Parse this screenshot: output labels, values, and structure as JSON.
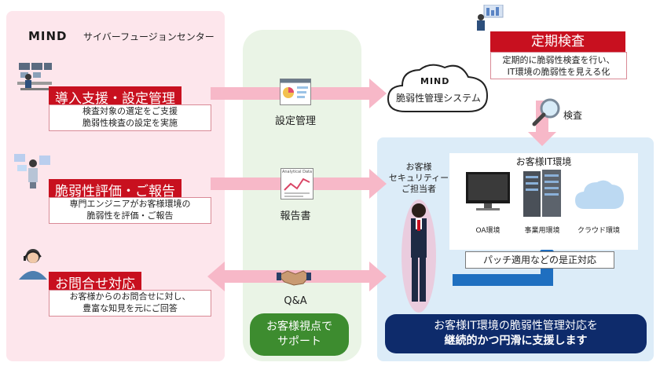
{
  "brand": {
    "logo": "MIND",
    "name": "サイバーフュージョンセンター"
  },
  "services": [
    {
      "title": "導入支援・設定管理",
      "desc": [
        "検査対象の選定をご支援",
        "脆弱性検査の設定を実施"
      ]
    },
    {
      "title": "脆弱性評価・ご報告",
      "desc": [
        "専門エンジニアがお客様環境の",
        "脆弱性を評価・ご報告"
      ]
    },
    {
      "title": "お問合せ対応",
      "desc": [
        "お客様からのお問合せに対し、",
        "豊富な知見を元にご回答"
      ]
    }
  ],
  "middle": {
    "labels": [
      "設定管理",
      "報告書",
      "Q&A"
    ],
    "report_caption": "Analytical Data",
    "pill": [
      "お客様視点で",
      "サポート"
    ]
  },
  "cloud": {
    "logo": "MIND",
    "label": "脆弱性管理システム"
  },
  "periodic": {
    "title": "定期検査",
    "desc": [
      "定期的に脆弱性検査を行い、",
      "IT環境の脆弱性を見える化"
    ]
  },
  "inspection": {
    "label": "検査"
  },
  "customer": {
    "label": [
      "お客様",
      "セキュリティー",
      "ご担当者"
    ]
  },
  "it_env": {
    "title": "お客様IT環境",
    "items": [
      "OA環境",
      "事業用環境",
      "クラウド環境"
    ]
  },
  "patch": {
    "label": "パッチ適用などの是正対応"
  },
  "bottom_pill": [
    "お客様IT環境の脆弱性管理対応を",
    "継続的かつ円滑に支援します"
  ],
  "colors": {
    "red": "#c8101f",
    "green": "#3d8c2f",
    "navy": "#0e2b6b",
    "blue_arrow": "#1f6fc0",
    "pink_arrow": "#f7b8c8"
  }
}
